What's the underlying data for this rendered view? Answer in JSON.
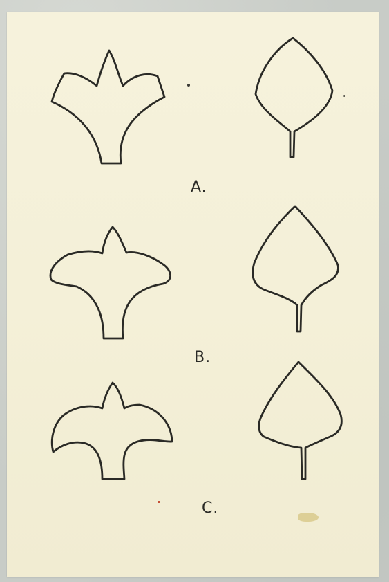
{
  "figures": [
    {
      "label": "A."
    },
    {
      "label": "B."
    },
    {
      "label": "C."
    }
  ],
  "colors": {
    "paper": "#f4f0d8",
    "ink": "#2a2a26",
    "background": "#c8ccc7"
  }
}
